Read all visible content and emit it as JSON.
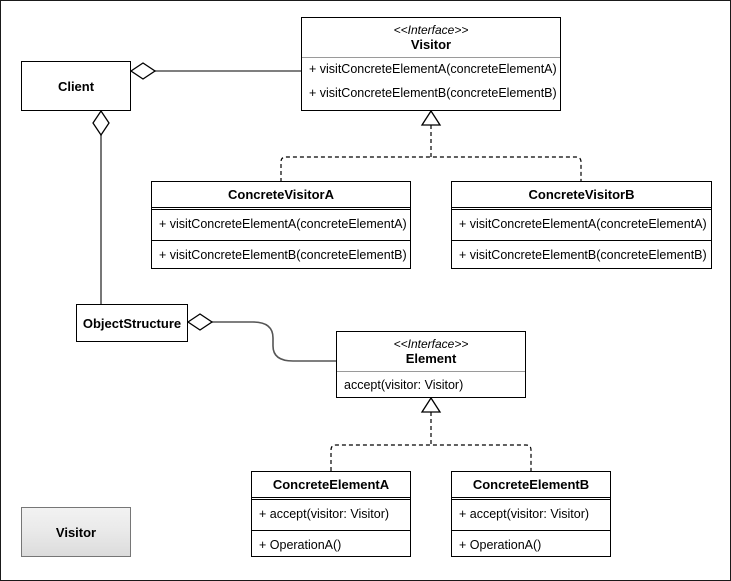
{
  "diagram": {
    "title": "Visitor",
    "pattern": "Visitor design pattern UML class diagram",
    "legend": {
      "label": "Visitor"
    },
    "colors": {
      "box_border": "#000000",
      "canvas_border": "#1a1a1a",
      "connector": "#555555",
      "dashed_connector": "#000000",
      "legend_border": "#767676",
      "legend_fill": "#e6e6e6",
      "separator": "#9a9a9a"
    },
    "classes": [
      {
        "id": "visitor",
        "stereotype": "<<Interface>>",
        "name": "Visitor",
        "members": [
          "+ visitConcreteElementA(concreteElementA)",
          "+ visitConcreteElementB(concreteElementB)"
        ]
      },
      {
        "id": "client",
        "stereotype": "",
        "name": "Client",
        "members": []
      },
      {
        "id": "concrete-visitor-a",
        "stereotype": "",
        "name": "ConcreteVisitorA",
        "members": [
          "+ visitConcreteElementA(concreteElementA)",
          "+ visitConcreteElementB(concreteElementB)"
        ]
      },
      {
        "id": "concrete-visitor-b",
        "stereotype": "",
        "name": "ConcreteVisitorB",
        "members": [
          "+ visitConcreteElementA(concreteElementA)",
          "+ visitConcreteElementB(concreteElementB)"
        ]
      },
      {
        "id": "object-structure",
        "stereotype": "",
        "name": "ObjectStructure",
        "members": []
      },
      {
        "id": "element",
        "stereotype": "<<Interface>>",
        "name": "Element",
        "members": [
          "accept(visitor: Visitor)"
        ]
      },
      {
        "id": "concrete-element-a",
        "stereotype": "",
        "name": "ConcreteElementA",
        "members": [
          "+ accept(visitor: Visitor)",
          "+ OperationA()"
        ]
      },
      {
        "id": "concrete-element-b",
        "stereotype": "",
        "name": "ConcreteElementB",
        "members": [
          "+ accept(visitor: Visitor)",
          "+ OperationA()"
        ]
      }
    ],
    "relations": [
      {
        "from": "client",
        "to": "visitor",
        "type": "aggregation"
      },
      {
        "from": "client",
        "to": "object-structure",
        "type": "aggregation"
      },
      {
        "from": "object-structure",
        "to": "element",
        "type": "aggregation"
      },
      {
        "from": "concrete-visitor-a",
        "to": "visitor",
        "type": "realization"
      },
      {
        "from": "concrete-visitor-b",
        "to": "visitor",
        "type": "realization"
      },
      {
        "from": "concrete-element-a",
        "to": "element",
        "type": "realization"
      },
      {
        "from": "concrete-element-b",
        "to": "element",
        "type": "realization"
      }
    ]
  }
}
